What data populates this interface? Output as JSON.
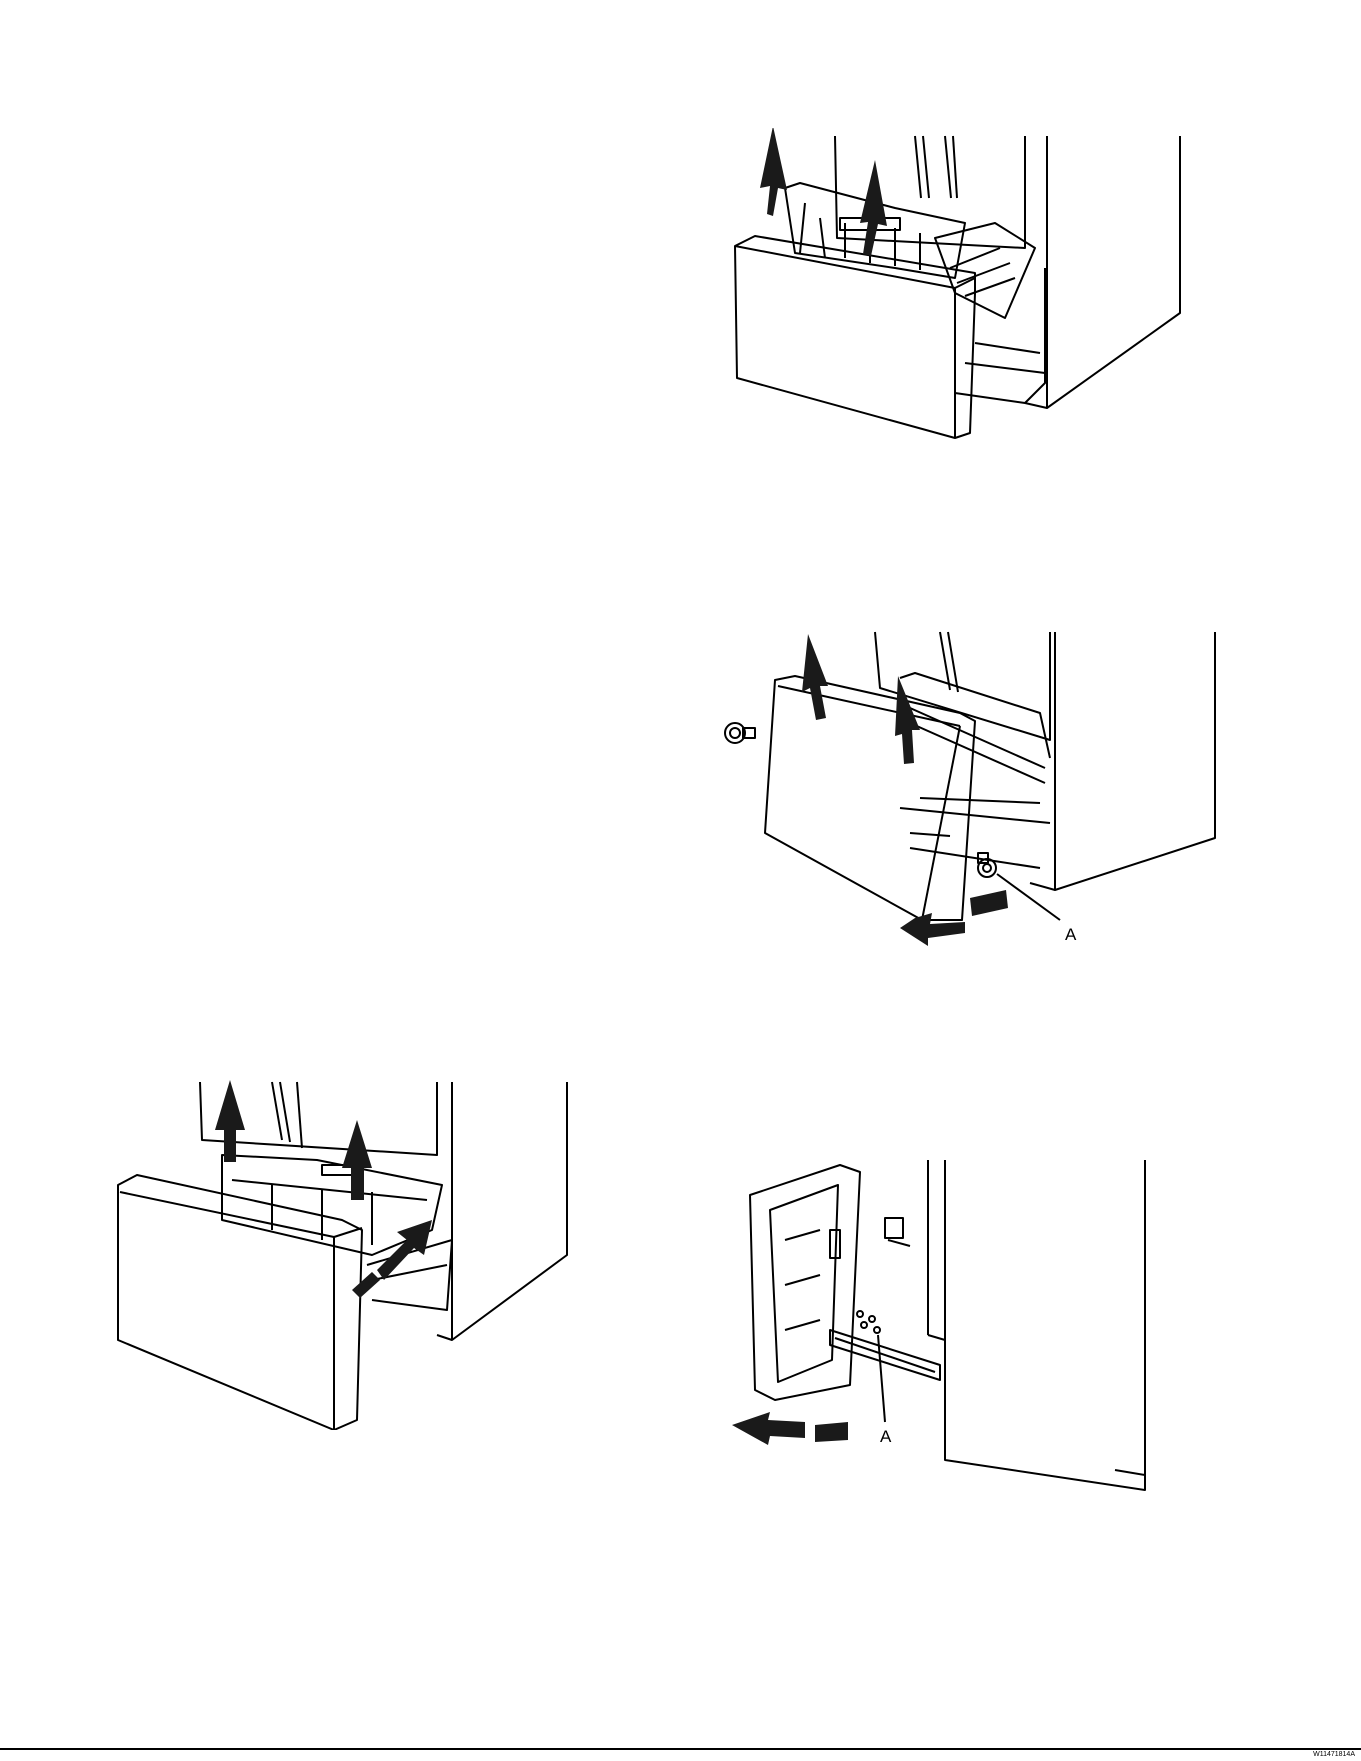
{
  "figures": [
    {
      "id": "fig-remove-baskets",
      "callouts": []
    },
    {
      "id": "fig-remove-drawer-front",
      "callouts": [
        {
          "label": "A"
        }
      ]
    },
    {
      "id": "fig-lift-drawer-bin",
      "callouts": []
    },
    {
      "id": "fig-remove-rails",
      "callouts": [
        {
          "label": "A"
        }
      ]
    }
  ],
  "footer": {
    "code": "W11471814A"
  },
  "colors": {
    "line": "#000000",
    "arrow": "#1a1a1a",
    "paper": "#ffffff"
  }
}
